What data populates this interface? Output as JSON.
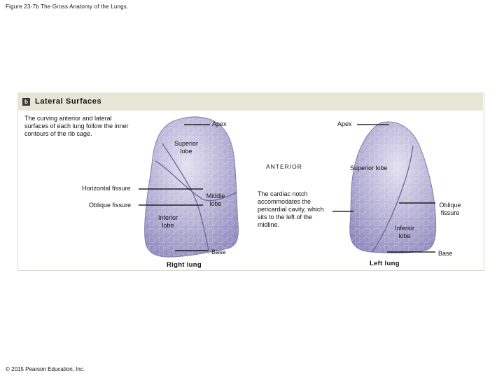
{
  "figure_title": "Figure 23-7b The Gross Anatomy of the Lungs.",
  "copyright": "© 2015 Pearson Education, Inc.",
  "panel": {
    "badge": "b",
    "title": "Lateral Surfaces",
    "description": "The curving anterior and lateral surfaces of each lung follow the inner contours of the rib cage."
  },
  "right_lung": {
    "caption": "Right lung",
    "labels": {
      "apex": "Apex",
      "superior_lobe_1": "Superior",
      "superior_lobe_2": "lobe",
      "horizontal_fissure": "Horizontal fissure",
      "oblique_fissure": "Oblique fissure",
      "middle_lobe_1": "Middle",
      "middle_lobe_2": "lobe",
      "inferior_lobe_1": "Inferior",
      "inferior_lobe_2": "lobe",
      "base": "Base"
    }
  },
  "left_lung": {
    "caption": "Left lung",
    "labels": {
      "apex": "Apex",
      "superior_lobe": "Superior lobe",
      "oblique_fissure_1": "Oblique",
      "oblique_fissure_2": "fissure",
      "inferior_lobe_1": "Inferior",
      "inferior_lobe_2": "lobe",
      "base": "Base"
    }
  },
  "anterior_label": "ANTERIOR",
  "cardiac_notch_text": "The cardiac notch accommodates the pericardial cavity, which sits to the left of the midline.",
  "colors": {
    "lung_fill": "#b7b2d6",
    "lung_highlight": "#e3e0f0",
    "lung_shadow": "#8f88bd",
    "header_bg": "#e6e6d7",
    "leader_line": "#000000"
  }
}
